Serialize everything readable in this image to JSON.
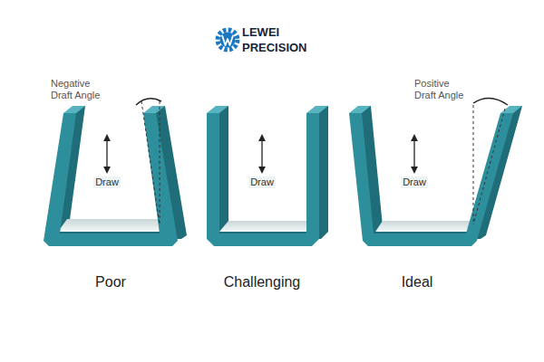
{
  "diagram": {
    "labels": [
      "LEWEI",
      "PRECISION",
      "Negative Draft Angle",
      "Draw",
      "Draw",
      "Positive Draft Angle",
      "Draw",
      "Poor",
      "Challenging",
      "Ideal"
    ]
  }
}
